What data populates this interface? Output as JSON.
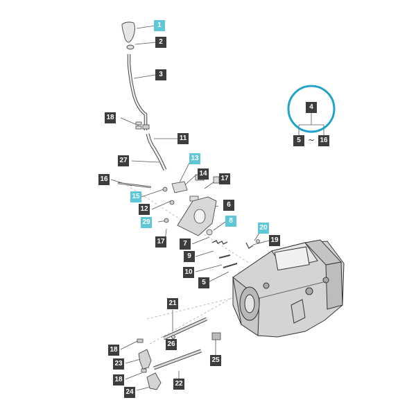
{
  "callouts": {
    "c1": "1",
    "c2": "2",
    "c3": "3",
    "c18a": "18",
    "c11": "11",
    "c27": "27",
    "c13": "13",
    "c14": "14",
    "c17a": "17",
    "c16a": "16",
    "c15": "15",
    "c12": "12",
    "c6": "6",
    "c29": "29",
    "c8": "8",
    "c17b": "17",
    "c7": "7",
    "c20": "20",
    "c19": "19",
    "c9": "9",
    "c10": "10",
    "c5a": "5",
    "c21": "21",
    "c18b": "18",
    "c26": "26",
    "c25": "25",
    "c23": "23",
    "c18c": "18",
    "c22": "22",
    "c24": "24"
  },
  "inset": {
    "top": "4",
    "left": "5",
    "right": "16",
    "separator": "~",
    "ring_color": "#1fa3c9"
  },
  "colors": {
    "callout_dark": "#3d3d3d",
    "callout_highlight": "#5ec8d8"
  }
}
